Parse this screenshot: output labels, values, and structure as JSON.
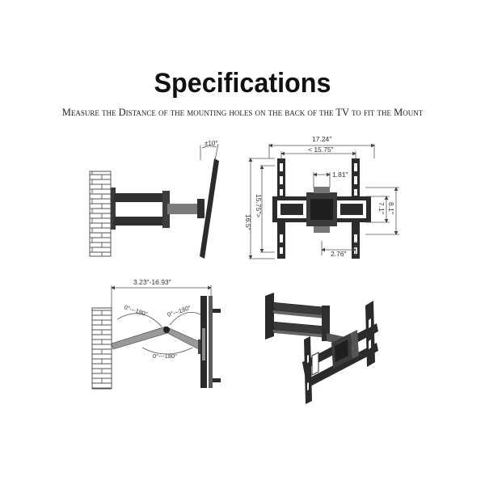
{
  "header": {
    "title": "Specifications",
    "subtitle": "Measure the Distance of the mounting holes on the back of the TV to fit the Mount"
  },
  "side_view": {
    "tilt_label": "±10°"
  },
  "front_view": {
    "width_outer": "17.24″",
    "width_holes": "< 15.75″",
    "center_width": "1.81″",
    "arm_width": "2.76″",
    "height_outer": "16.5″",
    "height_holes": "15.75″>",
    "height_right_inner": "7.1″",
    "height_right_outer": "8.1″"
  },
  "top_view": {
    "extension_range": "3.23″-16.93″",
    "swivel_wall": "0°---180°",
    "swivel_mid": "0°---180°",
    "swivel_tv": "0°---180°"
  },
  "colors": {
    "metal_dark": "#2b2b2b",
    "metal_mid": "#6b6b6b",
    "metal_light": "#9a9a9a",
    "line": "#555555"
  }
}
